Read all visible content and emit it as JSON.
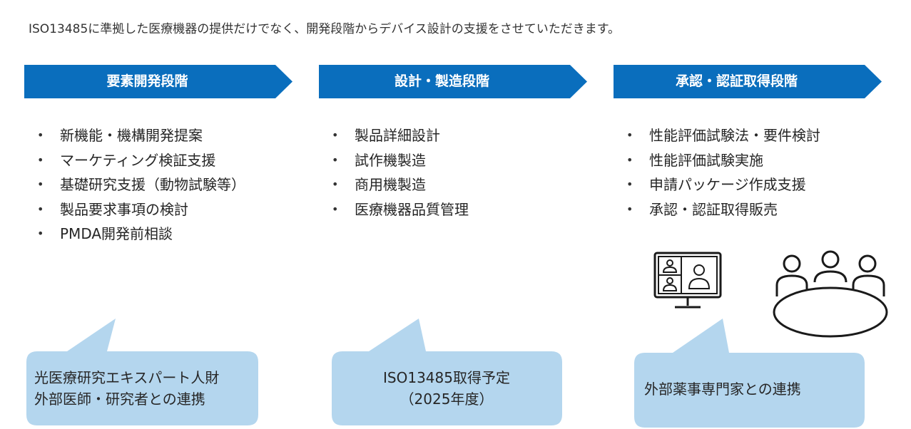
{
  "intro": "ISO13485に準拠した医療機器の提供だけでなく、開発段階からデバイス設計の支援をさせていただきます。",
  "colors": {
    "header_blue": "#0A6EBD",
    "callout_blue": "#B4D6EE"
  },
  "stages": [
    {
      "title": "要素開発段階",
      "items": [
        "新機能・機構開発提案",
        "マーケティング検証支援",
        "基礎研究支援（動物試験等）",
        "製品要求事項の検討",
        "PMDA開発前相談"
      ],
      "callout": [
        "光医療研究エキスパート人財",
        "外部医師・研究者との連携"
      ]
    },
    {
      "title": "設計・製造段階",
      "items": [
        "製品詳細設計",
        "試作機製造",
        "商用機製造",
        "医療機器品質管理"
      ],
      "callout": [
        "ISO13485取得予定",
        "（2025年度）"
      ]
    },
    {
      "title": "承認・認証取得段階",
      "items": [
        "性能評価試験法・要件検討",
        "性能評価試験実施",
        "申請パッケージ作成支援",
        "承認・認証取得販売"
      ],
      "callout": [
        "外部薬事専門家との連携"
      ]
    }
  ],
  "icons": [
    "video-conference-monitor-icon",
    "meeting-table-icon"
  ]
}
